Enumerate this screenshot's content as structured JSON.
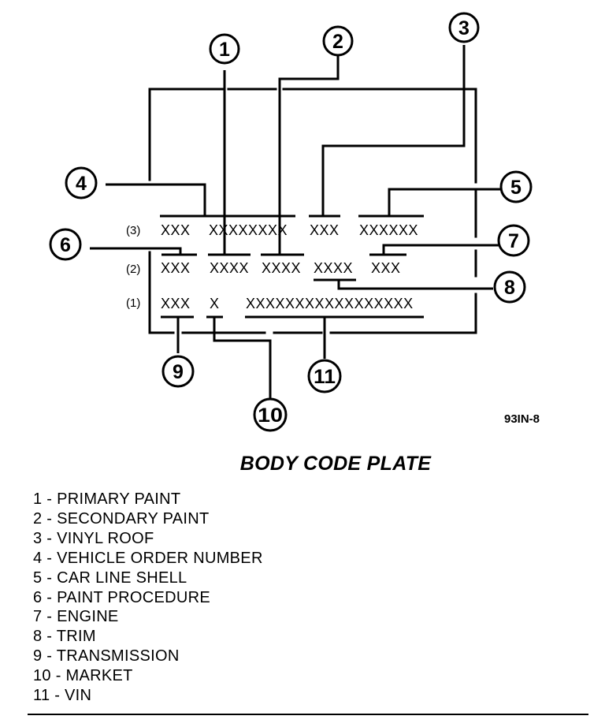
{
  "figure_id": "93IN-8",
  "title": "BODY CODE PLATE",
  "plate": {
    "rows": [
      {
        "label": "(3)",
        "codes": [
          "XXX",
          "XXXXXXXX",
          "XXX",
          "XXXXXX"
        ]
      },
      {
        "label": "(2)",
        "codes": [
          "XXX",
          "XXXX",
          "XXXX",
          "XXXX",
          "XXX"
        ]
      },
      {
        "label": "(1)",
        "codes": [
          "XXX",
          "X",
          "XXXXXXXXXXXXXXXXX"
        ]
      }
    ]
  },
  "callouts": [
    "1",
    "2",
    "3",
    "4",
    "5",
    "6",
    "7",
    "8",
    "9",
    "10",
    "11"
  ],
  "legend": [
    "1 - PRIMARY PAINT",
    "2 - SECONDARY PAINT",
    "3 - VINYL ROOF",
    "4 - VEHICLE ORDER NUMBER",
    "5 - CAR LINE SHELL",
    "6 - PAINT PROCEDURE",
    "7 - ENGINE",
    "8 - TRIM",
    "9 - TRANSMISSION",
    "10 - MARKET",
    "11 - VIN"
  ]
}
